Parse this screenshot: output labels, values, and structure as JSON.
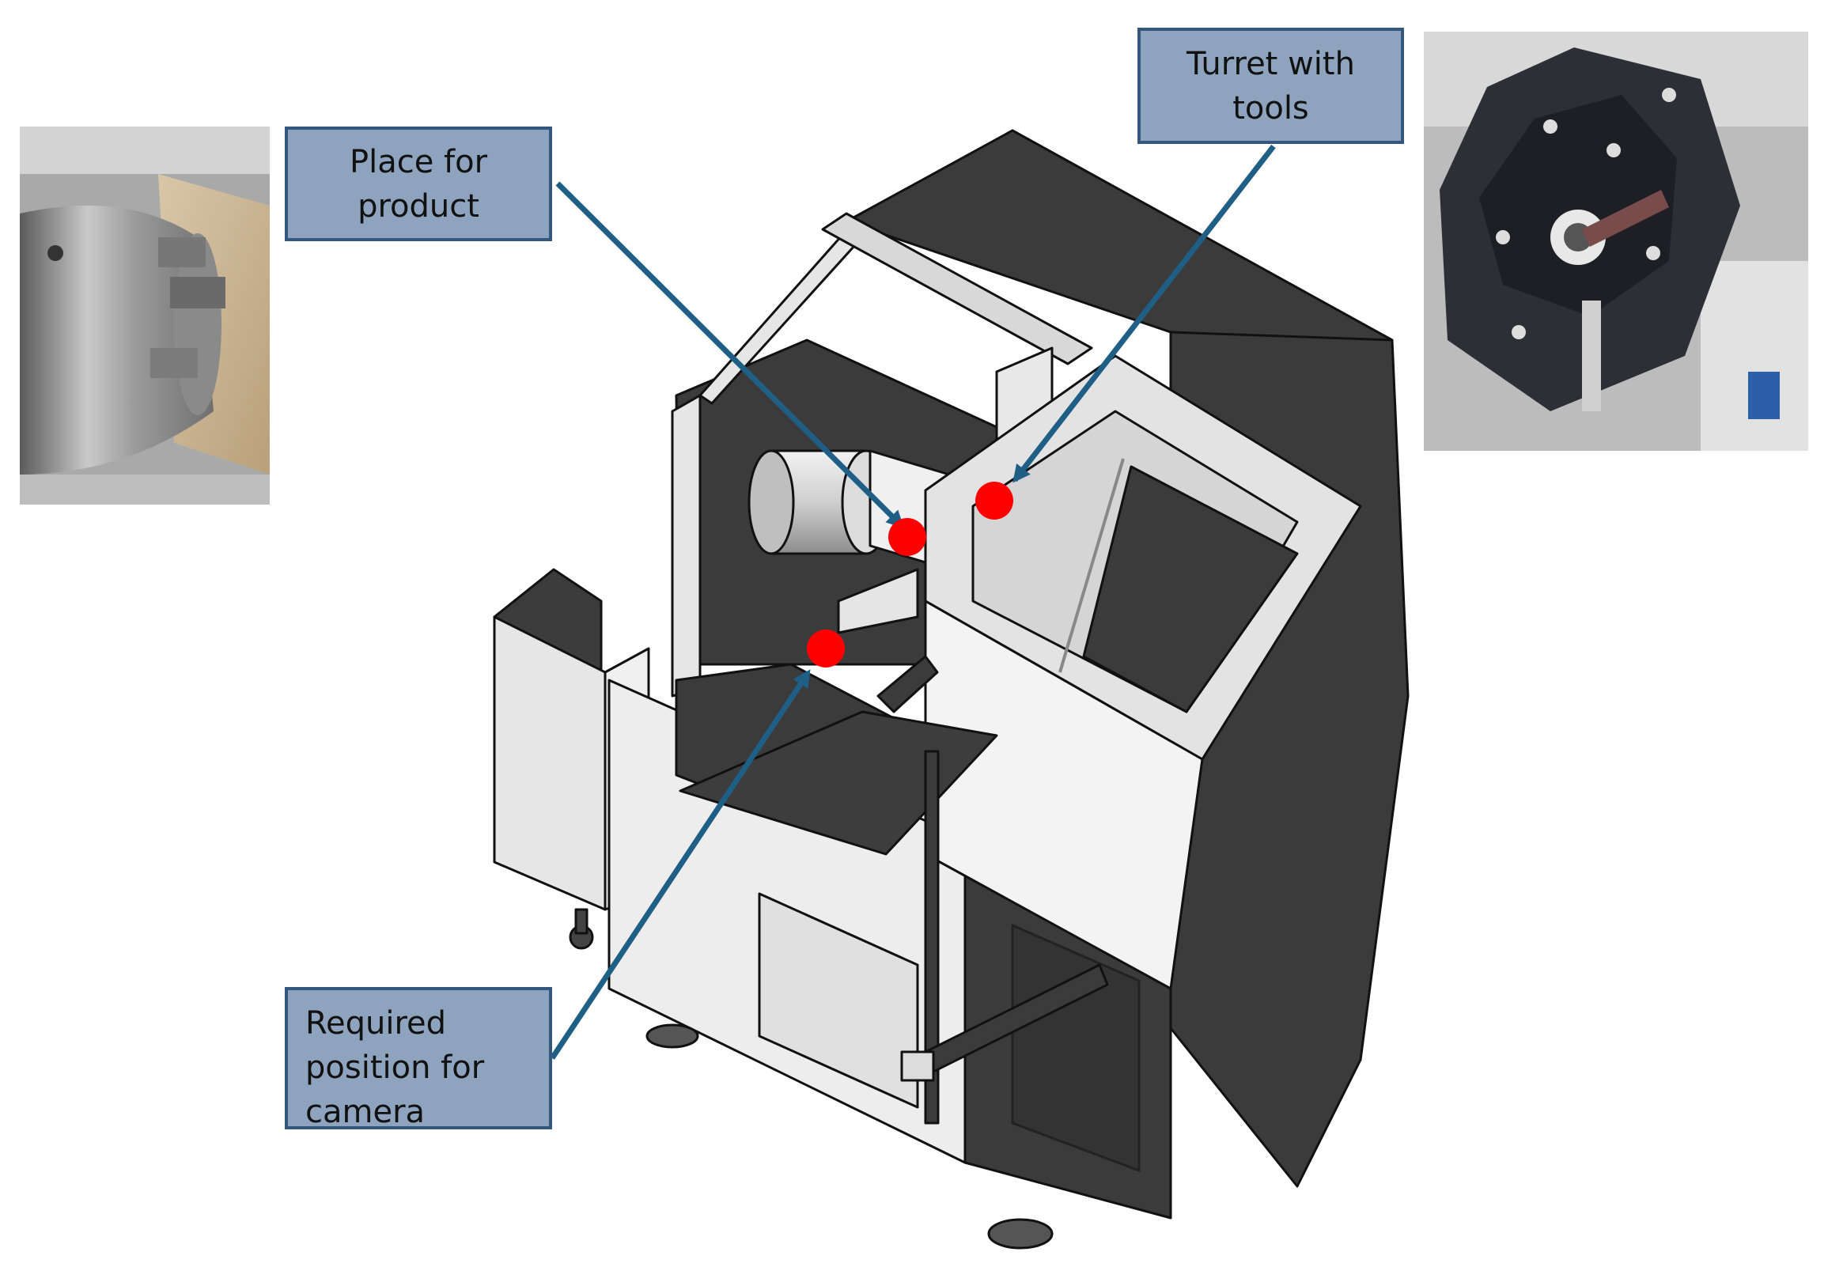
{
  "colors": {
    "callout_fill": "#8ea3bd",
    "callout_border": "#33577d",
    "arrow": "#1f5f86",
    "marker": "#ff0000",
    "machine_dark": "#3b3b3b",
    "machine_light": "#e6e6e6",
    "outline": "#111111"
  },
  "callouts": {
    "product": {
      "lines": [
        "Place for",
        "product"
      ]
    },
    "turret": {
      "lines": [
        "Turret with",
        "tools"
      ]
    },
    "camera": {
      "lines": [
        "Required",
        "position for",
        "camera"
      ]
    }
  },
  "markers": [
    "product-point",
    "turret-point",
    "camera-point"
  ],
  "photos": {
    "chuck": {
      "icon": "lathe-chuck-photo"
    },
    "turret": {
      "icon": "tool-turret-photo"
    }
  }
}
